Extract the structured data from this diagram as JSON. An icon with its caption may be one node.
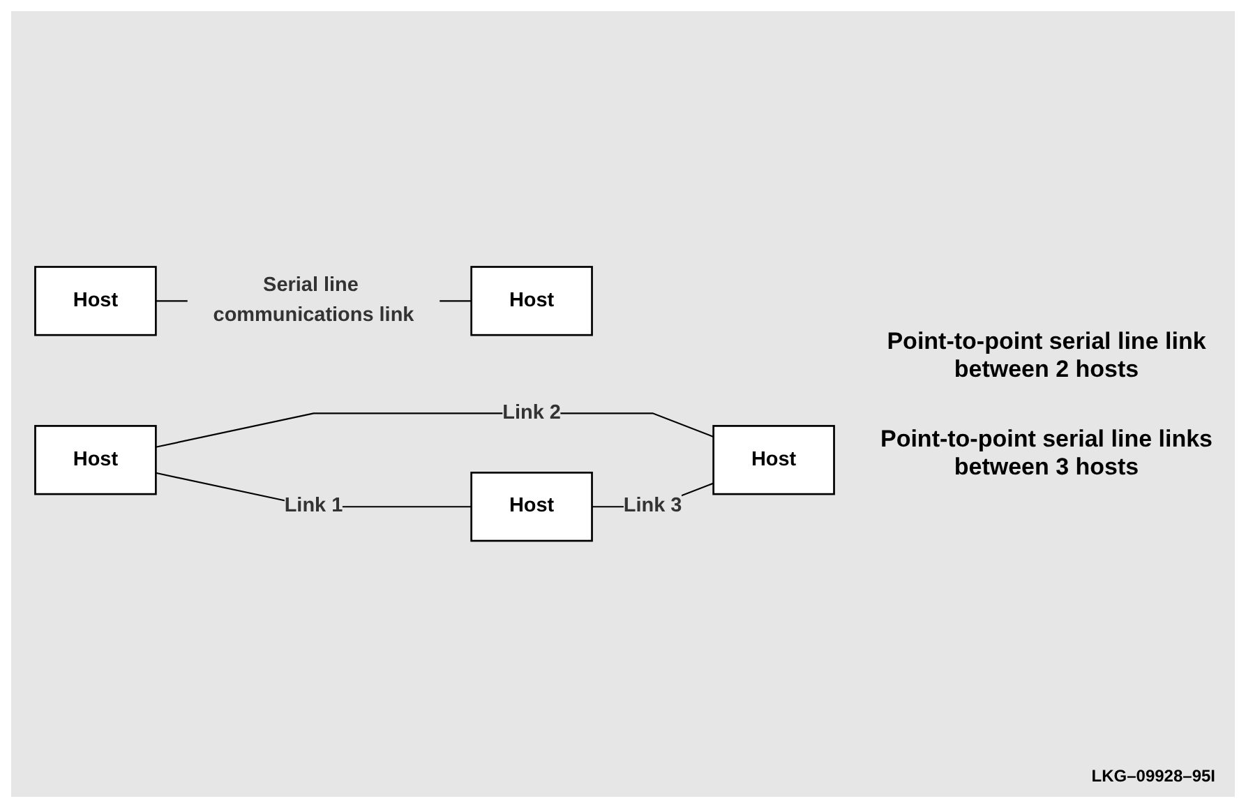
{
  "diagram": {
    "nodes": [
      {
        "text": [
          "Host"
        ]
      },
      {
        "text": [
          "Host"
        ]
      },
      {
        "text": [
          "Host"
        ]
      },
      {
        "text": [
          "Host"
        ]
      },
      {
        "text": [
          "Host"
        ]
      }
    ],
    "edges": [
      {
        "from": 0,
        "to": 1,
        "arrow": "none",
        "label": "Serial line communications link"
      },
      {
        "from": 2,
        "to": 3,
        "arrow": "none",
        "label": "Link 1"
      },
      {
        "from": 2,
        "to": 4,
        "arrow": "none",
        "label": "Link 2"
      },
      {
        "from": 3,
        "to": 4,
        "arrow": "none",
        "label": "Link 3"
      }
    ],
    "labels": [
      "Point-to-point serial line link between 2 hosts",
      "Point-to-point serial line links between 3 hosts",
      "LKG–09928–95I"
    ]
  }
}
